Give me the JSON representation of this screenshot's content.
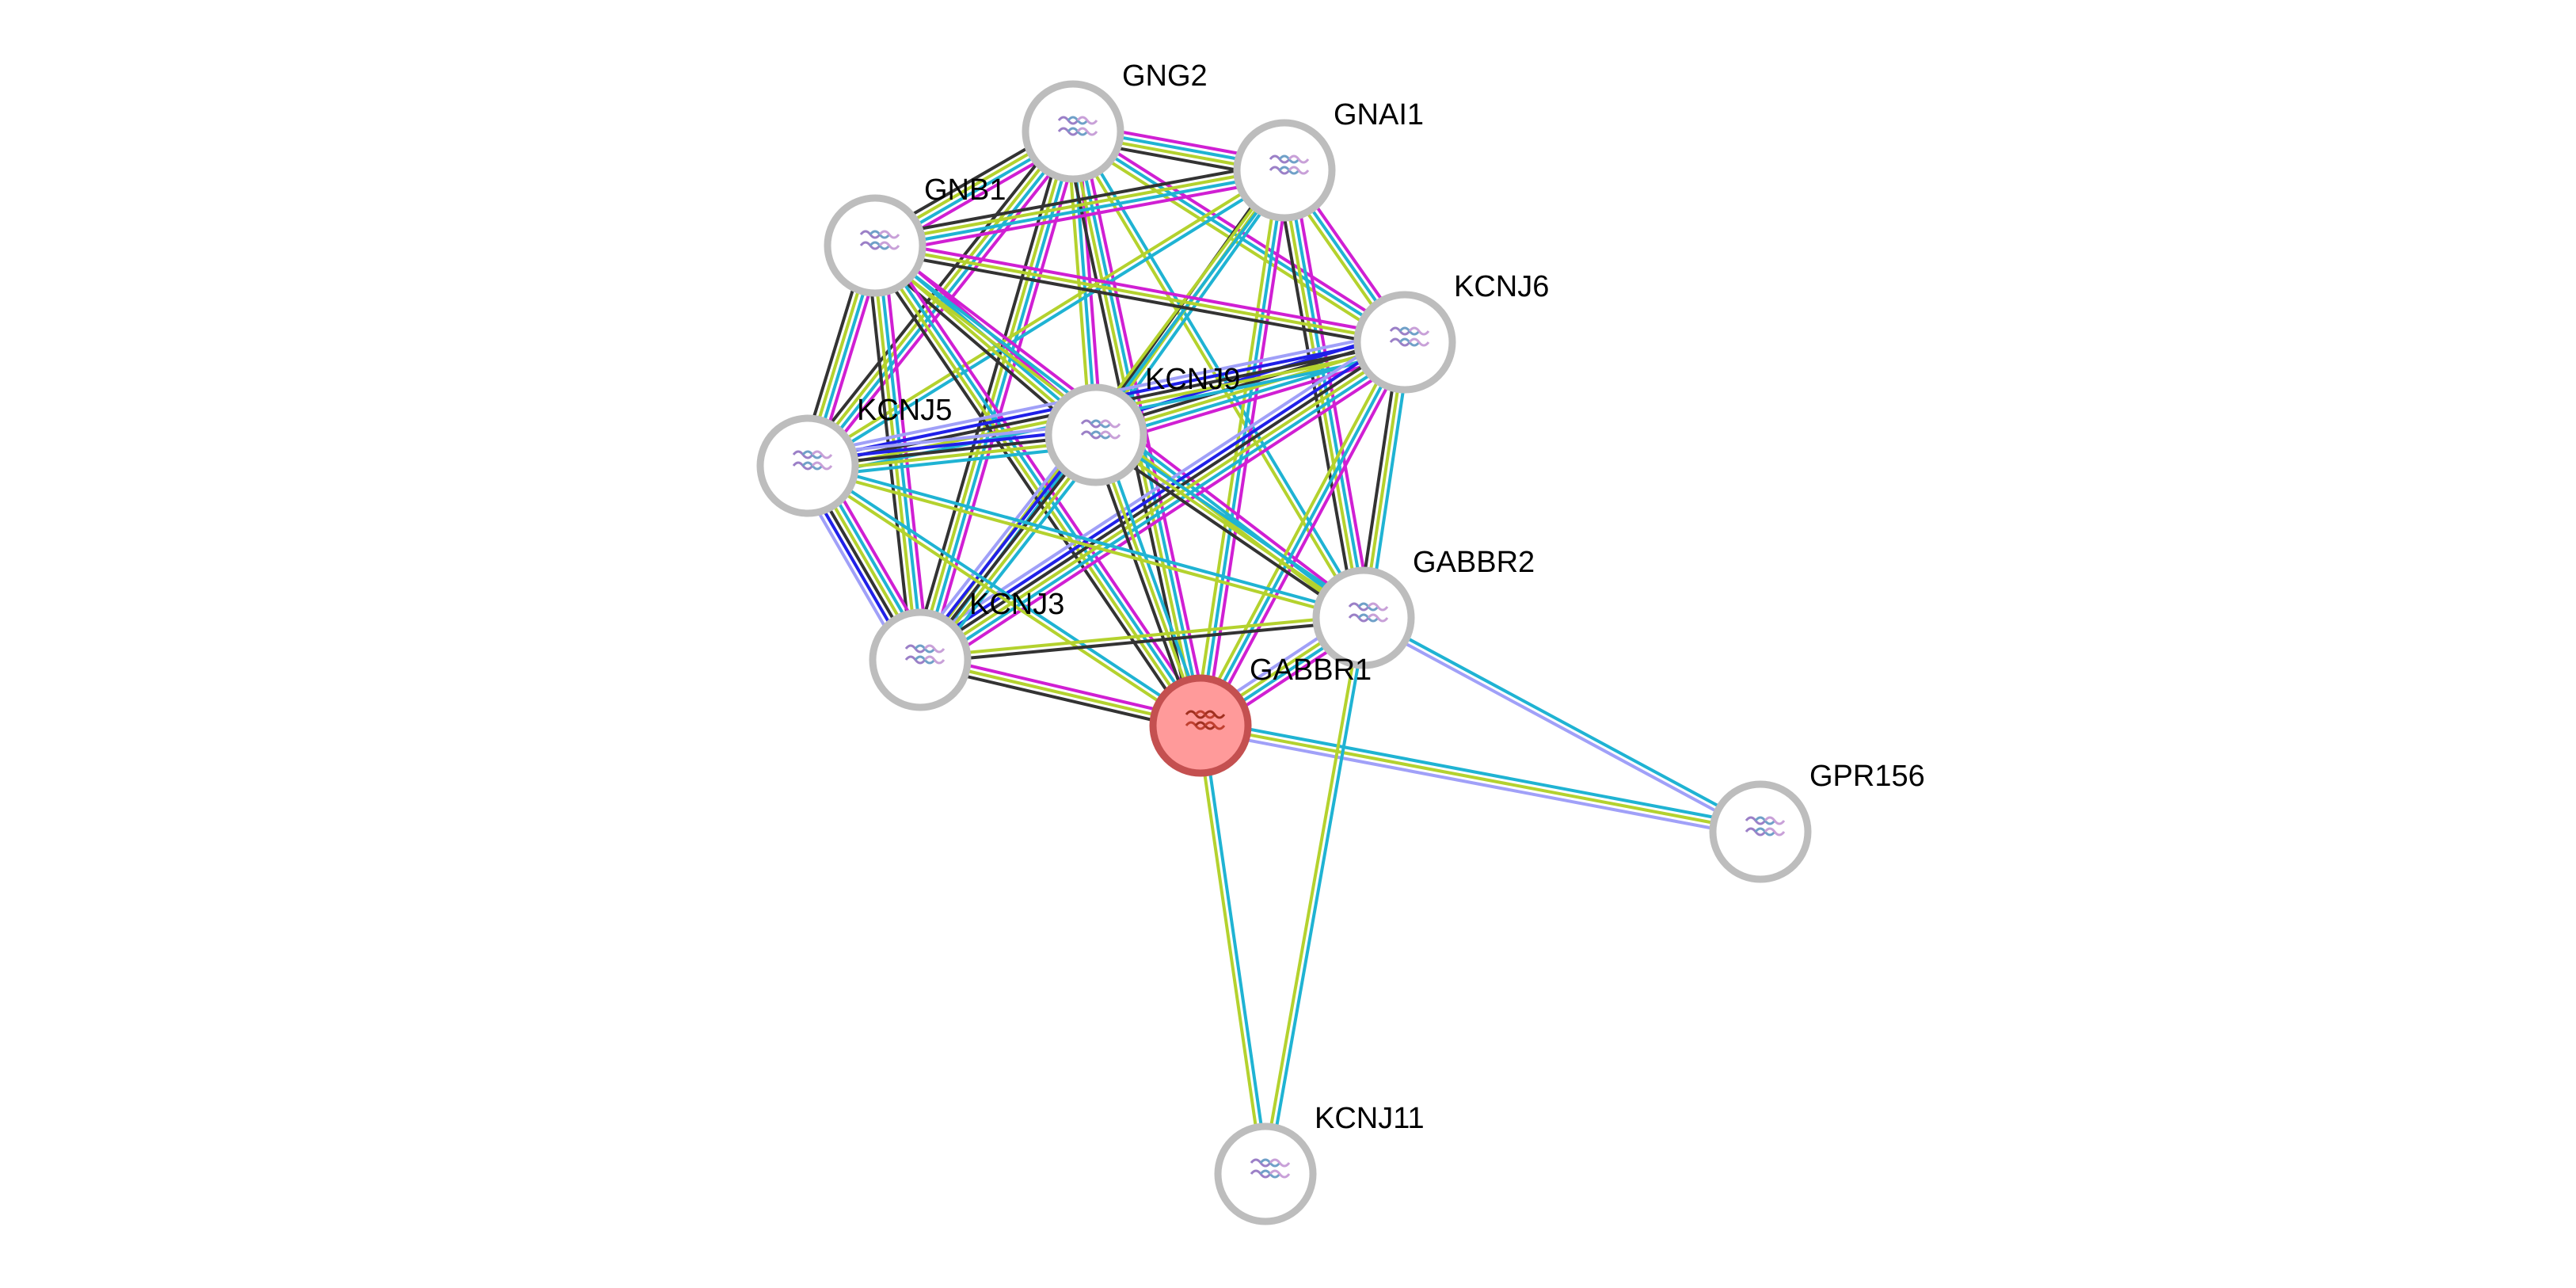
{
  "network": {
    "query_protein": "GABBR1",
    "evidence_colors": {
      "experiments": "#d01fd3",
      "databases": "#1fb3d3",
      "textmining": "#b4d22e",
      "coexpression": "#333333",
      "gene_fusion": "#2020e8",
      "homology": "#a0a0f8"
    },
    "nodes": [
      {
        "id": "GNG2",
        "label": "GNG2",
        "icon": "protein-structure-icon",
        "query": false
      },
      {
        "id": "GNAI1",
        "label": "GNAI1",
        "icon": "protein-structure-icon",
        "query": false
      },
      {
        "id": "GNB1",
        "label": "GNB1",
        "icon": "protein-structure-icon",
        "query": false
      },
      {
        "id": "KCNJ6",
        "label": "KCNJ6",
        "icon": "protein-structure-icon",
        "query": false
      },
      {
        "id": "KCNJ9",
        "label": "KCNJ9",
        "icon": "protein-structure-icon",
        "query": false
      },
      {
        "id": "KCNJ5",
        "label": "KCNJ5",
        "icon": "protein-structure-icon",
        "query": false
      },
      {
        "id": "GABBR2",
        "label": "GABBR2",
        "icon": "protein-structure-icon",
        "query": false
      },
      {
        "id": "KCNJ3",
        "label": "KCNJ3",
        "icon": "protein-structure-icon",
        "query": false
      },
      {
        "id": "GABBR1",
        "label": "GABBR1",
        "icon": "protein-structure-icon",
        "query": true
      },
      {
        "id": "GPR156",
        "label": "GPR156",
        "icon": "protein-structure-icon",
        "query": false
      },
      {
        "id": "KCNJ11",
        "label": "KCNJ11",
        "icon": "protein-structure-icon",
        "query": false
      }
    ],
    "edges": [
      {
        "a": "GNG2",
        "b": "GNAI1",
        "evidence": [
          "experiments",
          "databases",
          "textmining",
          "coexpression"
        ]
      },
      {
        "a": "GNG2",
        "b": "GNB1",
        "evidence": [
          "experiments",
          "databases",
          "textmining",
          "coexpression"
        ]
      },
      {
        "a": "GNG2",
        "b": "KCNJ6",
        "evidence": [
          "experiments",
          "databases",
          "textmining"
        ]
      },
      {
        "a": "GNG2",
        "b": "KCNJ9",
        "evidence": [
          "experiments",
          "databases",
          "textmining"
        ]
      },
      {
        "a": "GNG2",
        "b": "KCNJ5",
        "evidence": [
          "experiments",
          "databases",
          "textmining",
          "coexpression"
        ]
      },
      {
        "a": "GNG2",
        "b": "KCNJ3",
        "evidence": [
          "experiments",
          "databases",
          "textmining",
          "coexpression"
        ]
      },
      {
        "a": "GNG2",
        "b": "GABBR2",
        "evidence": [
          "databases",
          "textmining"
        ]
      },
      {
        "a": "GNG2",
        "b": "GABBR1",
        "evidence": [
          "experiments",
          "databases",
          "textmining",
          "coexpression"
        ]
      },
      {
        "a": "GNAI1",
        "b": "GNB1",
        "evidence": [
          "experiments",
          "databases",
          "textmining",
          "coexpression"
        ]
      },
      {
        "a": "GNAI1",
        "b": "KCNJ6",
        "evidence": [
          "experiments",
          "databases",
          "textmining"
        ]
      },
      {
        "a": "GNAI1",
        "b": "KCNJ9",
        "evidence": [
          "databases",
          "textmining",
          "coexpression"
        ]
      },
      {
        "a": "GNAI1",
        "b": "KCNJ5",
        "evidence": [
          "databases",
          "textmining"
        ]
      },
      {
        "a": "GNAI1",
        "b": "KCNJ3",
        "evidence": [
          "databases",
          "textmining"
        ]
      },
      {
        "a": "GNAI1",
        "b": "GABBR2",
        "evidence": [
          "experiments",
          "databases",
          "textmining",
          "coexpression"
        ]
      },
      {
        "a": "GNAI1",
        "b": "GABBR1",
        "evidence": [
          "experiments",
          "databases",
          "textmining"
        ]
      },
      {
        "a": "GNB1",
        "b": "KCNJ6",
        "evidence": [
          "experiments",
          "textmining",
          "coexpression"
        ]
      },
      {
        "a": "GNB1",
        "b": "KCNJ9",
        "evidence": [
          "experiments",
          "databases",
          "textmining",
          "coexpression"
        ]
      },
      {
        "a": "GNB1",
        "b": "KCNJ5",
        "evidence": [
          "experiments",
          "databases",
          "textmining",
          "coexpression"
        ]
      },
      {
        "a": "GNB1",
        "b": "KCNJ3",
        "evidence": [
          "experiments",
          "databases",
          "textmining",
          "coexpression"
        ]
      },
      {
        "a": "GNB1",
        "b": "GABBR2",
        "evidence": [
          "experiments",
          "databases",
          "textmining"
        ]
      },
      {
        "a": "GNB1",
        "b": "GABBR1",
        "evidence": [
          "experiments",
          "databases",
          "textmining",
          "coexpression"
        ]
      },
      {
        "a": "KCNJ6",
        "b": "KCNJ9",
        "evidence": [
          "experiments",
          "databases",
          "textmining",
          "coexpression",
          "gene_fusion"
        ]
      },
      {
        "a": "KCNJ6",
        "b": "KCNJ5",
        "evidence": [
          "databases",
          "textmining",
          "coexpression",
          "gene_fusion",
          "homology"
        ]
      },
      {
        "a": "KCNJ6",
        "b": "KCNJ3",
        "evidence": [
          "experiments",
          "databases",
          "textmining",
          "coexpression",
          "gene_fusion",
          "homology"
        ]
      },
      {
        "a": "KCNJ6",
        "b": "GABBR2",
        "evidence": [
          "databases",
          "textmining",
          "coexpression"
        ]
      },
      {
        "a": "KCNJ6",
        "b": "GABBR1",
        "evidence": [
          "experiments",
          "databases",
          "textmining"
        ]
      },
      {
        "a": "KCNJ9",
        "b": "KCNJ5",
        "evidence": [
          "databases",
          "textmining",
          "coexpression",
          "gene_fusion",
          "homology"
        ]
      },
      {
        "a": "KCNJ9",
        "b": "KCNJ3",
        "evidence": [
          "databases",
          "textmining",
          "coexpression",
          "gene_fusion",
          "homology"
        ]
      },
      {
        "a": "KCNJ9",
        "b": "GABBR2",
        "evidence": [
          "databases",
          "textmining",
          "coexpression"
        ]
      },
      {
        "a": "KCNJ9",
        "b": "GABBR1",
        "evidence": [
          "databases",
          "textmining",
          "coexpression"
        ]
      },
      {
        "a": "KCNJ5",
        "b": "KCNJ3",
        "evidence": [
          "experiments",
          "databases",
          "textmining",
          "coexpression",
          "gene_fusion",
          "homology"
        ]
      },
      {
        "a": "KCNJ5",
        "b": "GABBR2",
        "evidence": [
          "databases",
          "textmining"
        ]
      },
      {
        "a": "KCNJ5",
        "b": "GABBR1",
        "evidence": [
          "databases",
          "textmining"
        ]
      },
      {
        "a": "KCNJ3",
        "b": "GABBR2",
        "evidence": [
          "textmining",
          "coexpression"
        ]
      },
      {
        "a": "KCNJ3",
        "b": "GABBR1",
        "evidence": [
          "experiments",
          "textmining",
          "coexpression"
        ]
      },
      {
        "a": "GABBR2",
        "b": "GABBR1",
        "evidence": [
          "experiments",
          "databases",
          "textmining",
          "homology"
        ]
      },
      {
        "a": "GABBR2",
        "b": "GPR156",
        "evidence": [
          "databases",
          "homology"
        ]
      },
      {
        "a": "GABBR1",
        "b": "GPR156",
        "evidence": [
          "databases",
          "textmining",
          "homology"
        ]
      },
      {
        "a": "GABBR1",
        "b": "KCNJ11",
        "evidence": [
          "databases",
          "textmining"
        ]
      },
      {
        "a": "GABBR2",
        "b": "KCNJ11",
        "evidence": [
          "databases",
          "textmining"
        ]
      }
    ]
  }
}
